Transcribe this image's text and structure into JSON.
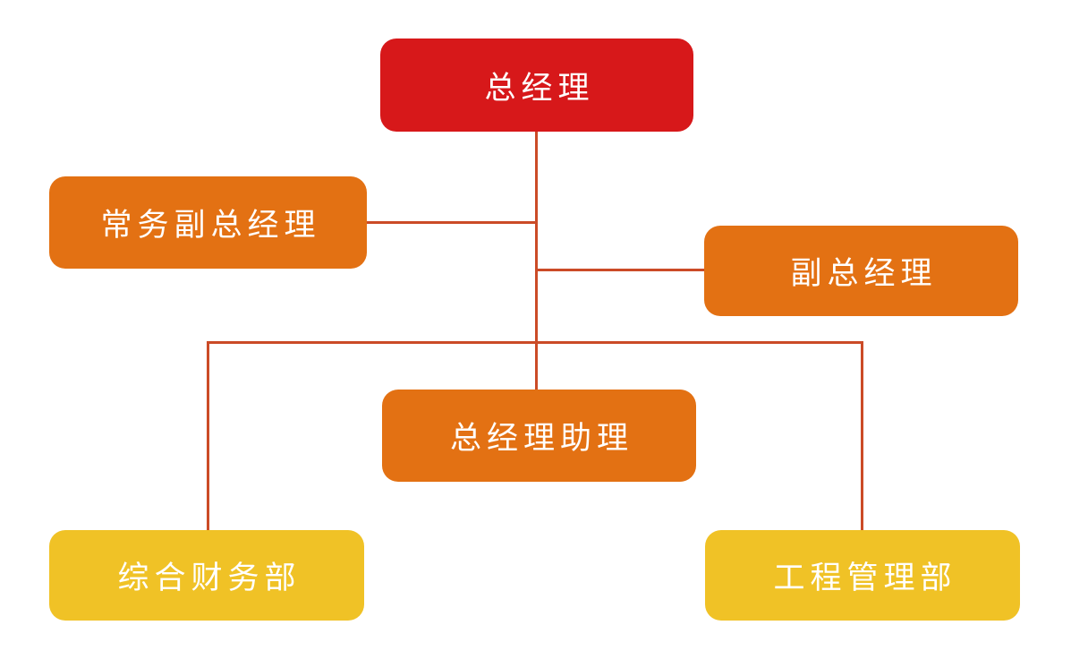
{
  "diagram": {
    "type": "org-chart",
    "background": "#ffffff",
    "connector_color": "#cb4b27",
    "nodes": [
      {
        "label": "总经理",
        "role": "general-manager",
        "color": "#d7181a",
        "text_color": "#ffffff"
      },
      {
        "label": "常务副总经理",
        "role": "executive-deputy-gm",
        "color": "#e37113",
        "text_color": "#ffffff"
      },
      {
        "label": "副总经理",
        "role": "deputy-gm",
        "color": "#e37113",
        "text_color": "#ffffff"
      },
      {
        "label": "总经理助理",
        "role": "gm-assistant",
        "color": "#e37113",
        "text_color": "#ffffff"
      },
      {
        "label": "综合财务部",
        "role": "general-finance-dept",
        "color": "#f0c226",
        "text_color": "#ffffff"
      },
      {
        "label": "工程管理部",
        "role": "engineering-mgmt-dept",
        "color": "#f0c226",
        "text_color": "#ffffff"
      }
    ],
    "edges": [
      {
        "from": "总经理",
        "to": "常务副总经理"
      },
      {
        "from": "总经理",
        "to": "副总经理"
      },
      {
        "from": "总经理",
        "to": "总经理助理"
      },
      {
        "from": "总经理",
        "to": "综合财务部"
      },
      {
        "from": "总经理",
        "to": "工程管理部"
      }
    ]
  }
}
